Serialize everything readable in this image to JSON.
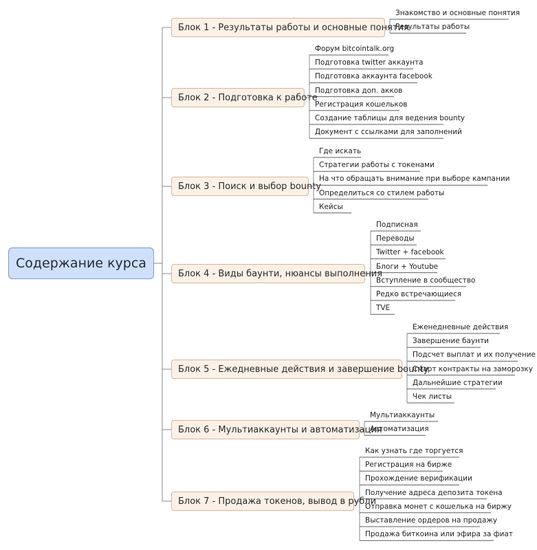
{
  "root": {
    "label": "Содержание курса"
  },
  "blocks": [
    {
      "label": "Блок 1 - Результаты работы и основные понятия",
      "items": [
        "Знакомство и основные понятия",
        "Результаты работы"
      ]
    },
    {
      "label": "Блок 2 -  Подготовка к работе",
      "items": [
        "Форум bitcointalk.org",
        "Подготовка twitter аккаунта",
        "Подготовка аккаунта facebook",
        "Подготовка доп. акков",
        "Регистрация кошельков",
        "Создание таблицы для ведения bounty",
        "Документ с ссылками для заполнений"
      ]
    },
    {
      "label": "Блок 3 - Поиск и выбор bounty",
      "items": [
        "Где искать",
        "Стратегии работы с токенами",
        "На что обращать внимание при выборе кампании",
        "Определиться со стилем работы",
        "Кейсы"
      ]
    },
    {
      "label": "Блок 4 -  Виды баунти, нюансы выполнения",
      "items": [
        "Подписная",
        "Переводы",
        "Twitter + facebook",
        "Блоги + Youtube",
        "Вступление в сообщество",
        "Редко встречающиеся",
        "TVE"
      ]
    },
    {
      "label": "Блок 5 - Ежедневные действия и завершение bounty",
      "items": [
        "Еженедневные действия",
        "Завершение баунти",
        "Подсчет выплат и их получение",
        "Смарт контракты на заморозку",
        "Дальнейшие стратегии",
        "Чек листы"
      ]
    },
    {
      "label": "Блок 6 - Мультиаккаунты и автоматизация",
      "items": [
        "Мультиаккаунты",
        "Автоматизация"
      ]
    },
    {
      "label": "Блок 7 - Продажа токенов, вывод в рубли",
      "items": [
        "Как узнать где торгуется",
        "Регистрация на бирже",
        "Прохождение верификации",
        "Получение адреса депозита токена",
        "Отправка монет с кошелька на биржу",
        "Выставление ордеров на продажу",
        "Продажа биткоина или эфира за фиат"
      ]
    }
  ]
}
